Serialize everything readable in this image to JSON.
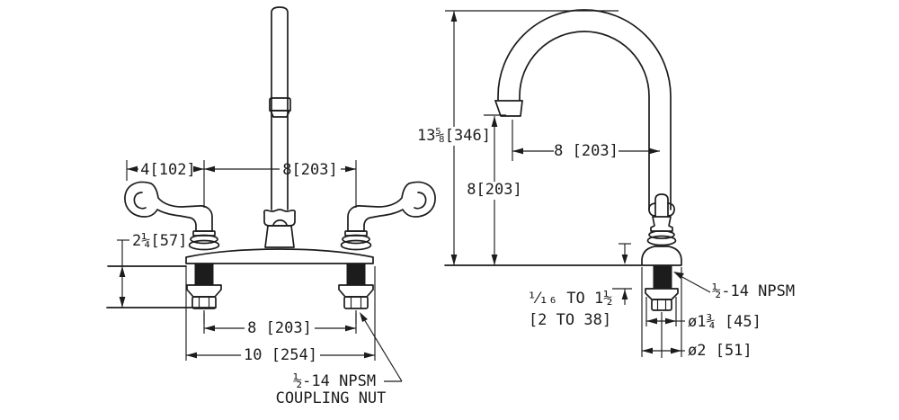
{
  "front": {
    "dim_handle_length": "4[102]",
    "dim_handle_to_spout": "8[203]",
    "dim_shank_length": "2¼[57]",
    "dim_faucet_centers": "8 [203]",
    "dim_deck_width": "10 [254]",
    "coupling_callout_line1": "½-14 NPSM",
    "coupling_callout_line2": "COUPLING NUT"
  },
  "side": {
    "dim_overall_height": "13⅝[346]",
    "dim_spout_reach": "8 [203]",
    "dim_outlet_height": "8[203]",
    "dim_deck_range_line1": "¹⁄₁₆ TO 1½",
    "dim_deck_range_line2": "[2 TO 38]",
    "thread_callout": "½-14 NPSM",
    "dim_flange_diameter": "ø1¾ [45]",
    "dim_shank_diameter": "ø2 [51]"
  },
  "colors": {
    "line_color": "#1c1c1c",
    "background": "#ffffff"
  }
}
